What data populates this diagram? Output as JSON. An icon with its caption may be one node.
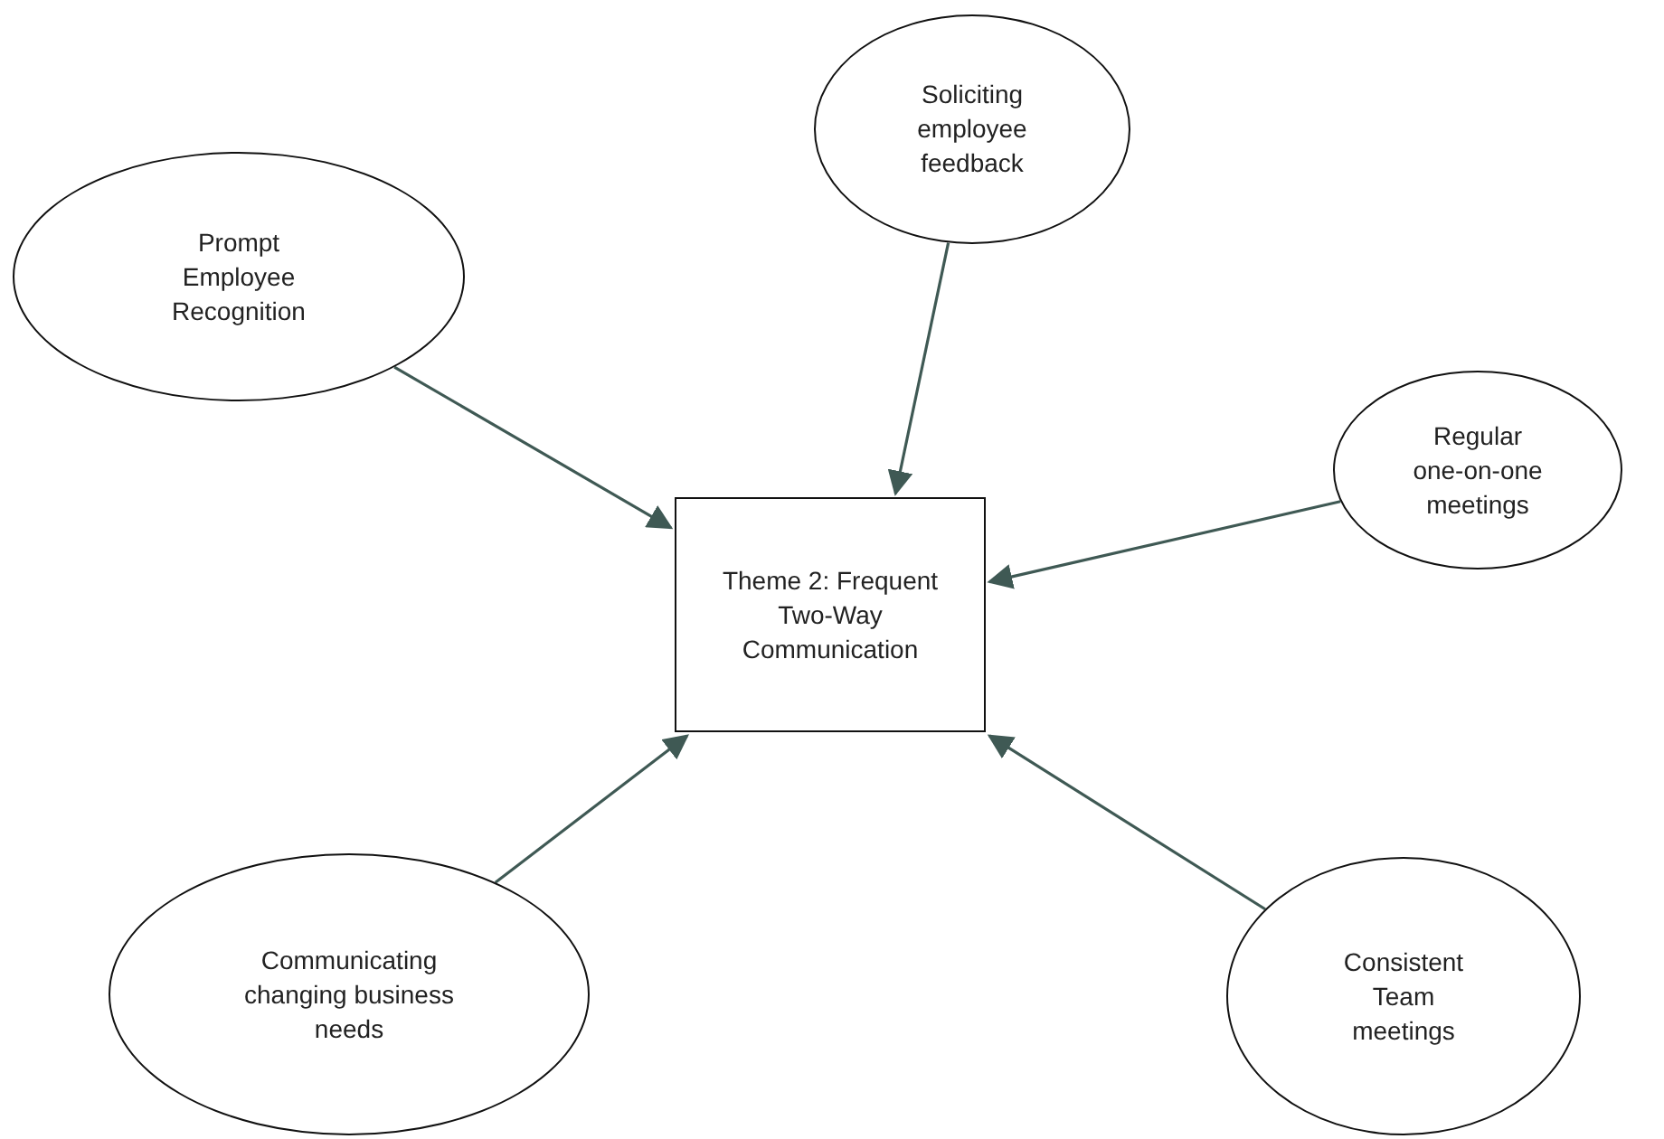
{
  "diagram": {
    "nodes": [
      {
        "text": [
          "Theme 2: Frequent Two-Way Communication"
        ]
      },
      {
        "text": [
          "Prompt Employee Recognition"
        ]
      },
      {
        "text": [
          "Soliciting employee feedback"
        ]
      },
      {
        "text": [
          "Regular one-on-one meetings"
        ]
      },
      {
        "text": [
          "Communicating changing business needs"
        ]
      },
      {
        "text": [
          "Consistent Team meetings"
        ]
      }
    ],
    "edges": [
      {
        "from": 1,
        "to": 0,
        "arrow": "to"
      },
      {
        "from": 2,
        "to": 0,
        "arrow": "to"
      },
      {
        "from": 3,
        "to": 0,
        "arrow": "to"
      },
      {
        "from": 4,
        "to": 0,
        "arrow": "to"
      },
      {
        "from": 5,
        "to": 0,
        "arrow": "to"
      }
    ]
  }
}
